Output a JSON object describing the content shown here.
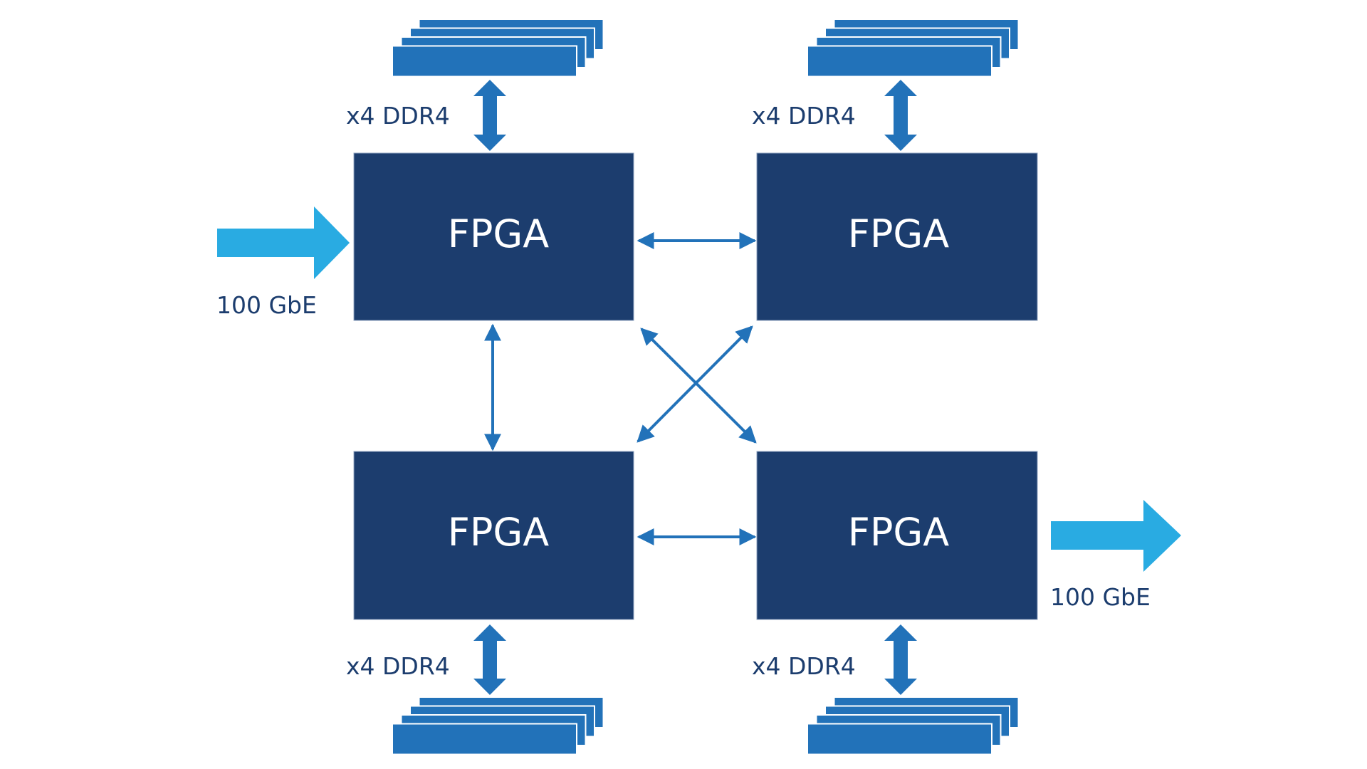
{
  "colors": {
    "fpga_fill": "#1c3d6e",
    "memory_fill": "#2272b9",
    "link_color": "#2272b9",
    "ethernet_arrow": "#29abe2",
    "label_text": "#1c3d6e",
    "background": "#ffffff"
  },
  "fpgas": [
    {
      "id": "top-left",
      "label": "FPGA"
    },
    {
      "id": "top-right",
      "label": "FPGA"
    },
    {
      "id": "bottom-left",
      "label": "FPGA"
    },
    {
      "id": "bottom-right",
      "label": "FPGA"
    }
  ],
  "memory_banks": [
    {
      "fpga": "top-left",
      "label": "x4 DDR4",
      "modules": 4
    },
    {
      "fpga": "top-right",
      "label": "x4 DDR4",
      "modules": 4
    },
    {
      "fpga": "bottom-left",
      "label": "x4 DDR4",
      "modules": 4
    },
    {
      "fpga": "bottom-right",
      "label": "x4 DDR4",
      "modules": 4
    }
  ],
  "ethernet": {
    "input": {
      "label": "100 GbE",
      "fpga": "top-left",
      "direction": "in"
    },
    "output": {
      "label": "100 GbE",
      "fpga": "bottom-right",
      "direction": "out"
    }
  },
  "links": [
    {
      "from": "top-left",
      "to": "top-right",
      "bidirectional": true
    },
    {
      "from": "bottom-left",
      "to": "bottom-right",
      "bidirectional": true
    },
    {
      "from": "top-left",
      "to": "bottom-left",
      "bidirectional": true
    },
    {
      "from": "top-left",
      "to": "bottom-right",
      "bidirectional": true
    },
    {
      "from": "top-right",
      "to": "bottom-left",
      "bidirectional": true
    }
  ]
}
